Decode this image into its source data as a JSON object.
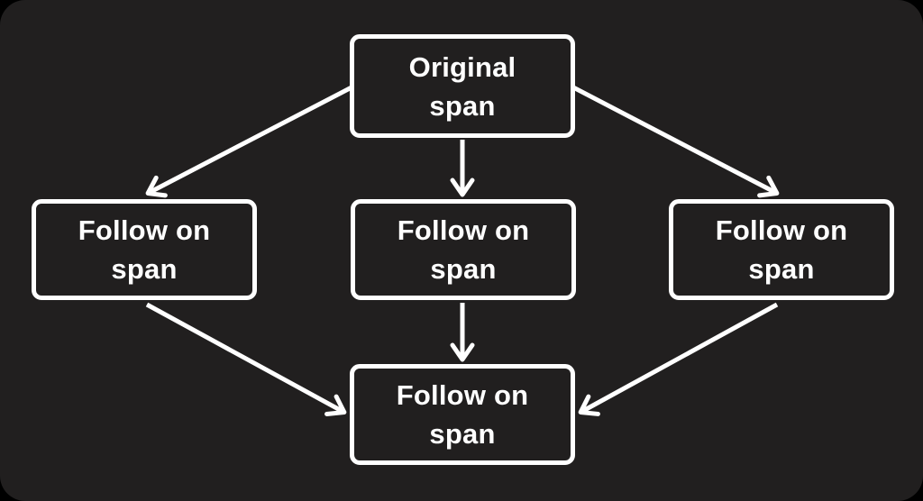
{
  "diagram": {
    "type": "flowchart",
    "colors": {
      "page_background": "#000000",
      "panel_background": "#211f1f",
      "node_border": "#ffffff",
      "arrow": "#ffffff",
      "text": "#ffffff"
    },
    "nodes": [
      {
        "id": "original-span",
        "lines": [
          "Original",
          "span"
        ]
      },
      {
        "id": "follow-on-left",
        "lines": [
          "Follow on",
          "span"
        ]
      },
      {
        "id": "follow-on-center",
        "lines": [
          "Follow on",
          "span"
        ]
      },
      {
        "id": "follow-on-right",
        "lines": [
          "Follow on",
          "span"
        ]
      },
      {
        "id": "follow-on-final",
        "lines": [
          "Follow on",
          "span"
        ]
      }
    ],
    "edges": [
      {
        "from": "original-span",
        "to": "follow-on-left"
      },
      {
        "from": "original-span",
        "to": "follow-on-center"
      },
      {
        "from": "original-span",
        "to": "follow-on-right"
      },
      {
        "from": "follow-on-left",
        "to": "follow-on-final"
      },
      {
        "from": "follow-on-center",
        "to": "follow-on-final"
      },
      {
        "from": "follow-on-right",
        "to": "follow-on-final"
      }
    ]
  }
}
